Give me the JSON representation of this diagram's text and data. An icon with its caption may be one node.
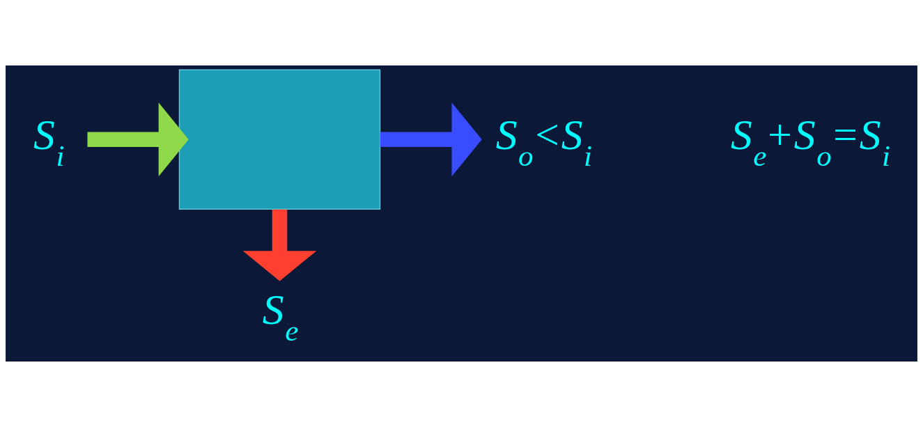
{
  "diagram": {
    "nodes": [
      {
        "text": [
          "S$_{i}$"
        ]
      },
      {
        "text": [],
        "shape": "box"
      },
      {
        "text": [
          "S$_{o}$<S$_{i}$"
        ]
      },
      {
        "text": [
          "S$_{e}$"
        ]
      }
    ],
    "edges": [
      {
        "from": 0,
        "to": 1,
        "arrow": "to",
        "color": "#8fd94a"
      },
      {
        "from": 1,
        "to": 2,
        "arrow": "to",
        "color": "#3a4cff"
      },
      {
        "from": 1,
        "to": 3,
        "arrow": "to",
        "color": "#ff4030"
      }
    ],
    "labels": [
      "S$_{e}$+S$_{o}$=S$_{i}$"
    ]
  }
}
